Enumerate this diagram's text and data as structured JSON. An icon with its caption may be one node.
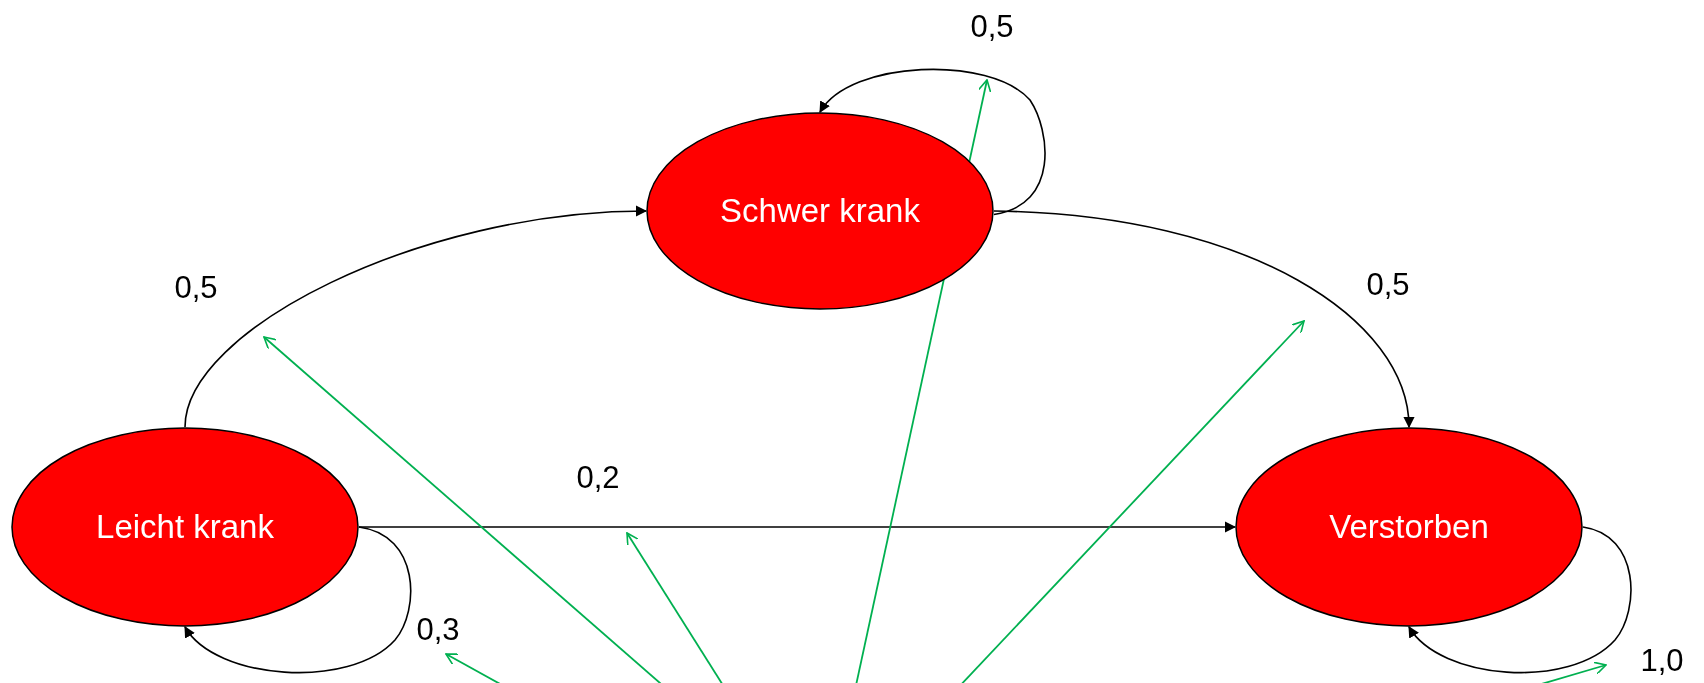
{
  "diagram": {
    "nodes": [
      {
        "text": [
          "Schwer krank"
        ]
      },
      {
        "text": [
          "Leicht krank"
        ]
      },
      {
        "text": [
          "Verstorben"
        ]
      },
      {
        "text": [
          "0,5"
        ]
      },
      {
        "text": [
          "0,5"
        ]
      },
      {
        "text": [
          "0,5"
        ]
      },
      {
        "text": [
          "0,2"
        ]
      },
      {
        "text": [
          "0,3"
        ]
      },
      {
        "text": [
          "1,0"
        ]
      }
    ],
    "edges": [
      {
        "from": 1,
        "to": 0,
        "arrow": "to"
      },
      {
        "from": 0,
        "to": 2,
        "arrow": "to"
      },
      {
        "from": 1,
        "to": 2,
        "arrow": "to"
      },
      {
        "from": 0,
        "to": 0,
        "arrow": "to"
      },
      {
        "from": 1,
        "to": 1,
        "arrow": "to"
      },
      {
        "from": 2,
        "to": 2,
        "arrow": "to"
      },
      {
        "from": null,
        "to": 3,
        "arrow": "to",
        "color": "#00b050"
      },
      {
        "from": null,
        "to": 4,
        "arrow": "to",
        "color": "#00b050"
      },
      {
        "from": null,
        "to": 6,
        "arrow": "to",
        "color": "#00b050"
      },
      {
        "from": null,
        "to": 5,
        "arrow": "to",
        "color": "#00b050"
      },
      {
        "from": null,
        "to": 7,
        "arrow": "to",
        "color": "#00b050"
      },
      {
        "from": null,
        "to": 8,
        "arrow": "to",
        "color": "#00b050"
      }
    ]
  }
}
